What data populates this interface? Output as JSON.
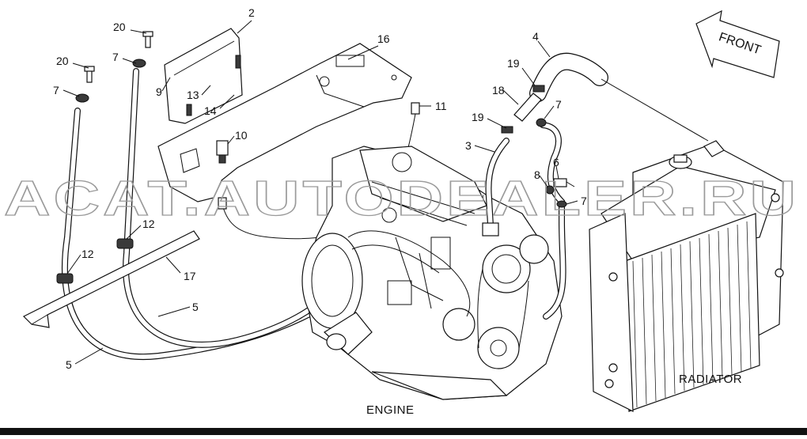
{
  "watermark": "ACAT.AUTODEALER.RU",
  "direction_label": "FRONT",
  "labels": {
    "engine": "ENGINE",
    "radiator": "RADIATOR"
  },
  "callouts": {
    "c1": "20",
    "c2": "2",
    "c3": "20",
    "c4": "7",
    "c5": "7",
    "c6": "9",
    "c7": "13",
    "c8": "14",
    "c9": "16",
    "c10": "10",
    "c11": "11",
    "c12": "4",
    "c13": "19",
    "c14": "18",
    "c15": "7",
    "c16": "19",
    "c17": "3",
    "c18": "8",
    "c19": "6",
    "c20": "7",
    "c21": "12",
    "c22": "12",
    "c23": "17",
    "c24": "5",
    "c25": "5"
  }
}
